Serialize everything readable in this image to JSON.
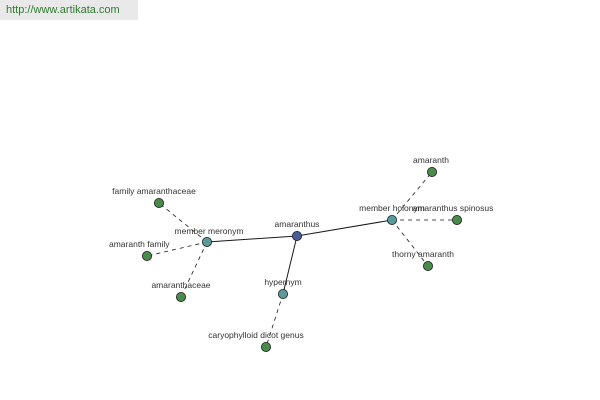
{
  "banner": {
    "url": "http://www.artikata.com"
  },
  "colors": {
    "center": "#4a5a9a",
    "relation": "#5a9a9a",
    "leaf": "#4a8a4a",
    "stroke": "#1a1a1a"
  },
  "graph": {
    "center": {
      "label": "amaranthus"
    },
    "relations": [
      {
        "label": "member meronym",
        "leaves": [
          "family amaranthaceae",
          "amaranth family",
          "amaranthaceae"
        ]
      },
      {
        "label": "member holonym",
        "leaves": [
          "amaranth",
          "amaranthus spinosus",
          "thorny amaranth"
        ]
      },
      {
        "label": "hypernym",
        "leaves": [
          "caryophylloid dicot genus"
        ]
      }
    ]
  }
}
